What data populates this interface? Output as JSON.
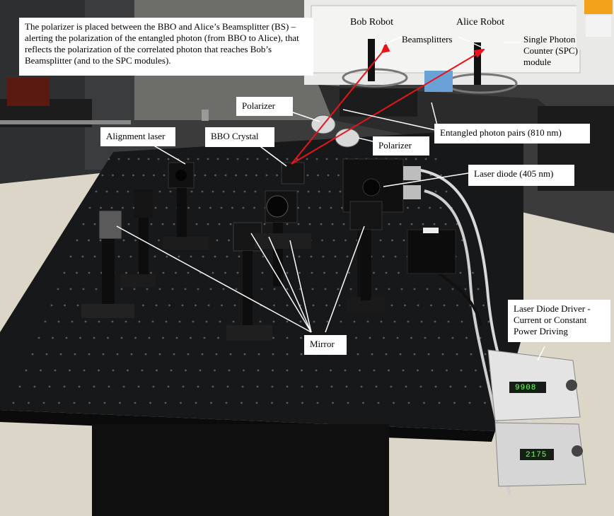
{
  "callouts": {
    "description": "The polarizer is placed between the BBO and Alice’s Beamsplitter (BS) – alerting the polarization of the entangled photon (from BBO to Alice), that reflects the polarization of the correlated photon that reaches Bob’s Beamsplitter (and to the SPC modules).",
    "bob_robot": "Bob Robot",
    "alice_robot": "Alice Robot",
    "beamsplitters": "Beamsplitters",
    "spc": "Single Photon Counter (SPC) module",
    "polarizer_upper": "Polarizer",
    "polarizer_lower": "Polarizer",
    "entangled": "Entangled photon pairs (810 nm)",
    "alignment_laser": "Alignment laser",
    "bbo_crystal": "BBO Crystal",
    "laser_diode": "Laser diode (405 nm)",
    "mirror": "Mirror",
    "driver": "Laser Diode Driver - Current or Constant Power Driving"
  },
  "instruments": {
    "display_upper": "9908",
    "display_lower": "2175"
  },
  "colors": {
    "beam": "#e8141b",
    "pointer": "#ffffff",
    "table": "#17181a",
    "floor": "#dcd6c8"
  }
}
